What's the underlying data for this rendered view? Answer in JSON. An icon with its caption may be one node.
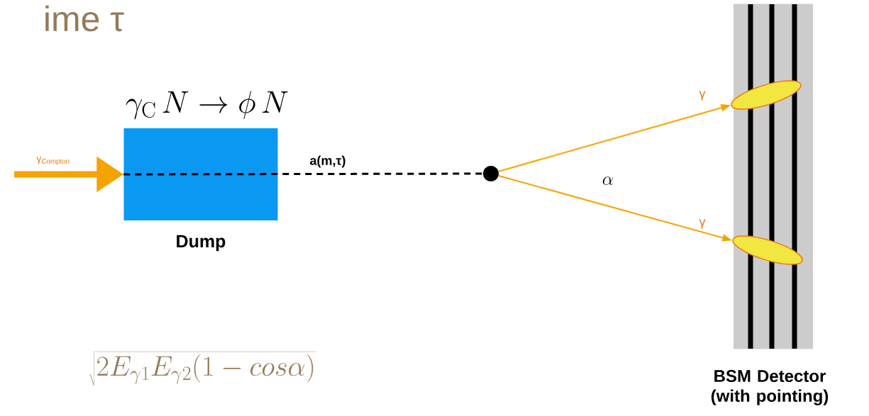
{
  "diagram": {
    "nodes": [
      {
        "text": [
          "Dump"
        ]
      },
      {
        "text": [],
        "shape": "circle"
      },
      {
        "text": [
          "BSM Detector (with pointing)"
        ]
      },
      {
        "text": [],
        "shape": "ellipse",
        "in": 2
      },
      {
        "text": [],
        "shape": "ellipse",
        "in": 2
      }
    ],
    "edges": [
      {
        "from": null,
        "to": 0,
        "arrow": "to",
        "label": "γ$_{Compton}$",
        "style": "thick",
        "color": "#f5a300"
      },
      {
        "from": 0,
        "to": 1,
        "arrow": "none",
        "label": "a(m,τ)",
        "style": "dashed",
        "color": "#000000"
      },
      {
        "from": 1,
        "to": 3,
        "arrow": "to",
        "label": "γ",
        "color": "#f5a300"
      },
      {
        "from": 1,
        "to": 4,
        "arrow": "to",
        "label": "γ",
        "color": "#f5a300"
      }
    ],
    "labels": [
      "ime τ",
      "\\gamma_{\\mathrm{C}}\\, N \\to \\phi\\, N",
      "\\alpha",
      "\\sqrt{2E_{\\gamma 1}E_{\\gamma 2}(1-cos\\alpha)}"
    ]
  }
}
